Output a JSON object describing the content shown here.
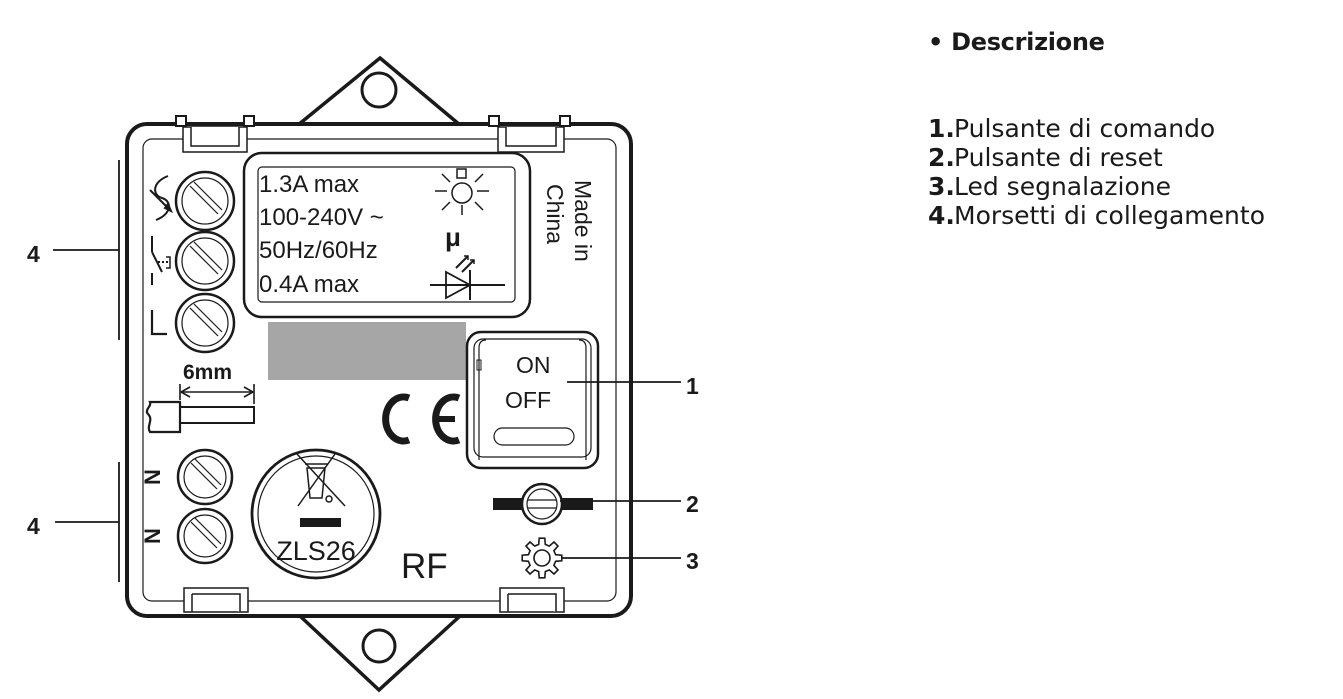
{
  "device": {
    "label_specs": {
      "line1": "1.3A max",
      "line2": "100-240V ~",
      "line3": "50Hz/60Hz",
      "line4": "0.4A max",
      "micro": "μ"
    },
    "origin_line1": "Made in",
    "origin_line2": "China",
    "wire_strip": "6mm",
    "button_on": "ON",
    "button_off": "OFF",
    "ce_mark": "CE",
    "model": "ZLS26",
    "rf": "RF",
    "terminal_top_labels": [
      "wave-arrow",
      "switch",
      "L"
    ],
    "terminal_bottom_labels": [
      "N",
      "N"
    ]
  },
  "callouts": {
    "c1": "1",
    "c2": "2",
    "c3": "3",
    "c4_top": "4",
    "c4_bottom": "4"
  },
  "legend": {
    "title": "• Descrizione",
    "items": [
      {
        "num": "1.",
        "text": "Pulsante di comando"
      },
      {
        "num": "2.",
        "text": "Pulsante di reset"
      },
      {
        "num": "3.",
        "text": "Led segnalazione"
      },
      {
        "num": "4.",
        "text": "Morsetti di collegamento"
      }
    ]
  },
  "colors": {
    "ink": "#1a1a1a",
    "gray_patch": "#a6a6a6"
  }
}
